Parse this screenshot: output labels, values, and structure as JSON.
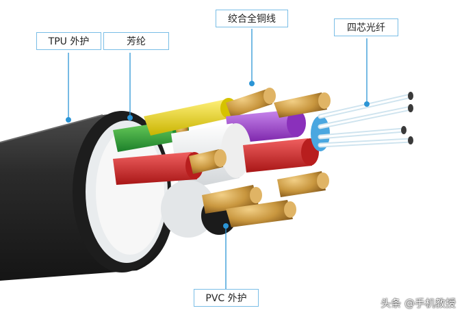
{
  "labels": {
    "tpu": "TPU 外护",
    "aramid": "芳纶",
    "copper": "绞合全铜线",
    "fiber": "四芯光纤",
    "pvc": "PVC 外护"
  },
  "watermark": "头条 @手机教授",
  "colors": {
    "leader": "#2b95d6",
    "label_border": "#78bde6",
    "jacket": "#2a2a2a",
    "green": "#2fa83a",
    "yellow": "#e6d41a",
    "red": "#d42a2a",
    "purple": "#9b3ec8",
    "copper": "#c8963e",
    "fiber_blue": "#4aa7e0"
  }
}
